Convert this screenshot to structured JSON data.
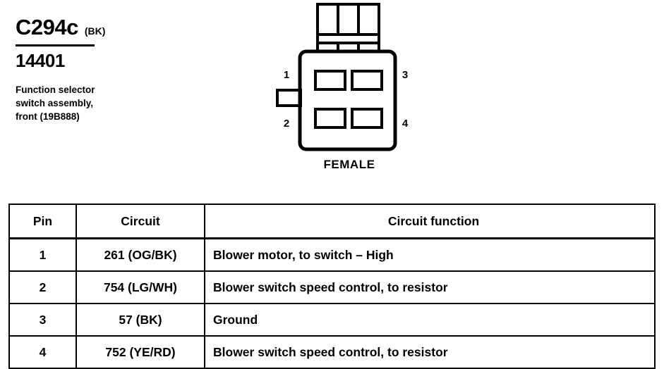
{
  "connector": {
    "id": "C294c",
    "color_code": "(BK)",
    "part_number": "14401",
    "description_lines": [
      "Function selector",
      "switch assembly,",
      "front (19B888)"
    ],
    "gender_label": "FEMALE",
    "pin_numbers": [
      "1",
      "2",
      "3",
      "4"
    ],
    "ink_color": "#000000"
  },
  "table": {
    "headers": {
      "pin": "Pin",
      "circuit": "Circuit",
      "function": "Circuit function"
    },
    "rows": [
      {
        "pin": "1",
        "circuit": "261 (OG/BK)",
        "function": "Blower motor, to switch – High"
      },
      {
        "pin": "2",
        "circuit": "754 (LG/WH)",
        "function": "Blower switch speed control, to resistor"
      },
      {
        "pin": "3",
        "circuit": "57 (BK)",
        "function": "Ground"
      },
      {
        "pin": "4",
        "circuit": "752 (YE/RD)",
        "function": "Blower switch speed control, to resistor"
      }
    ]
  }
}
